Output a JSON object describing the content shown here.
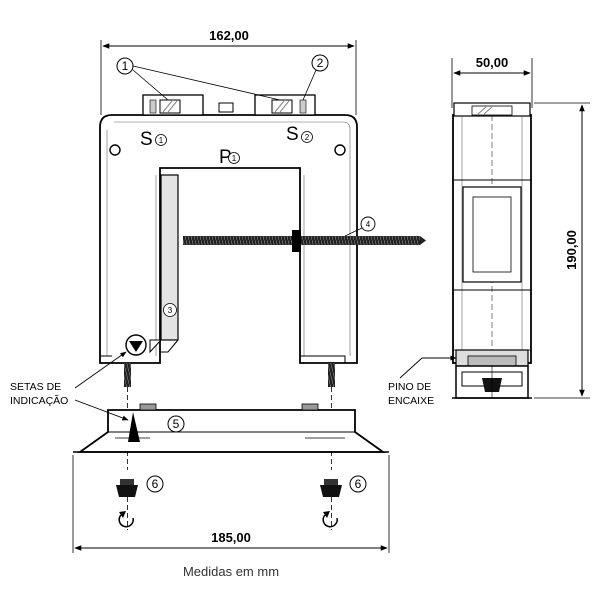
{
  "dimensions": {
    "top_width": "162,00",
    "side_width": "50,00",
    "height": "190,00",
    "base_width": "185,00"
  },
  "callouts": [
    "1",
    "2",
    "3",
    "4",
    "5",
    "6"
  ],
  "terminals": {
    "s1": "S",
    "s1_sub": "1",
    "s2": "S",
    "s2_sub": "2",
    "p1": "P",
    "p1_sub": "1"
  },
  "labels": {
    "arrows_line1": "SETAS DE",
    "arrows_line2": "INDICAÇÃO",
    "pin_line1": "PINO DE",
    "pin_line2": "ENCAIXE"
  },
  "caption": "Medidas em mm"
}
